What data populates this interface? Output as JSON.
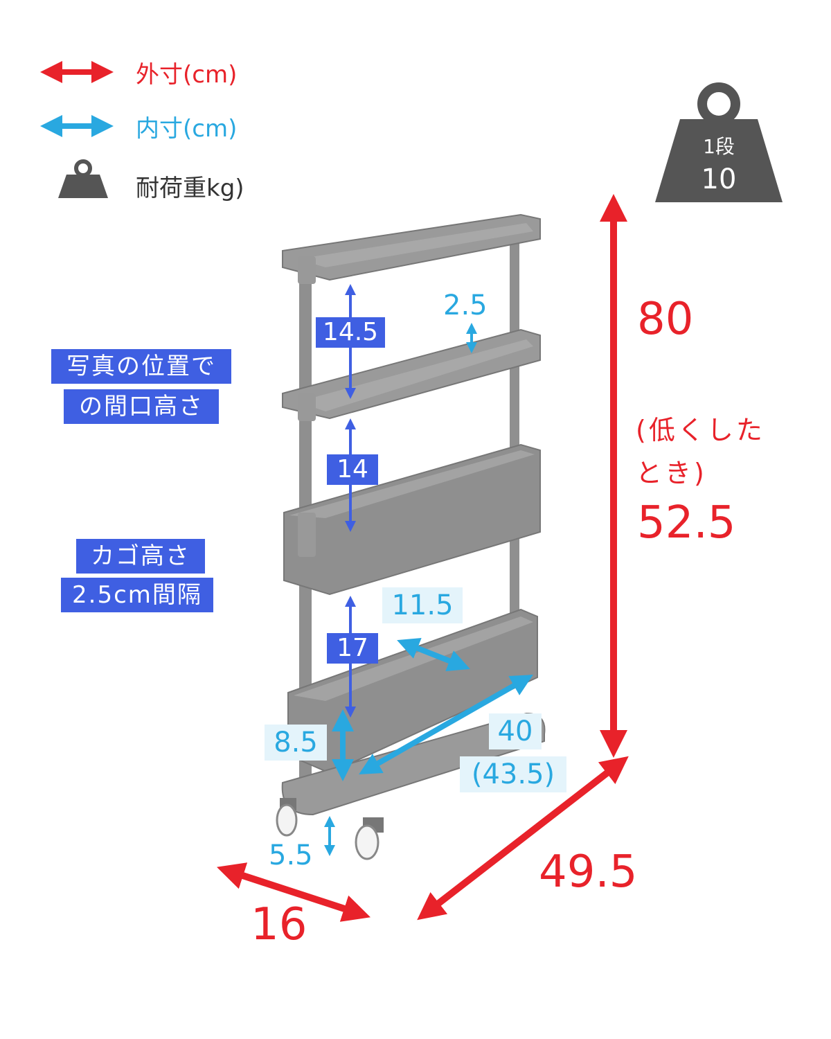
{
  "legend": {
    "outer": "外寸(cm)",
    "inner": "内寸(cm)",
    "load": "耐荷重kg)"
  },
  "weight": {
    "tier": "1段",
    "value": "10"
  },
  "notes": {
    "photo_position": [
      "写真の位置で",
      "の間口高さ"
    ],
    "basket_height": [
      "カゴ高さ",
      "2.5cm間隔"
    ]
  },
  "inner_dims": {
    "gap1": "14.5",
    "lip": "2.5",
    "gap2": "14",
    "gap3": "17",
    "depth": "11.5",
    "basket_h": "8.5",
    "width": "40",
    "width_alt": "(43.5)",
    "caster": "5.5"
  },
  "outer_dims": {
    "height": "80",
    "low_label_1": "(低くした",
    "low_label_2": "とき)",
    "height_low": "52.5",
    "depth": "16",
    "width": "49.5"
  },
  "colors": {
    "outer": "#e8222a",
    "inner": "#29a8e0",
    "label_box": "#3f5fe2",
    "product": "#8f8f8f"
  }
}
